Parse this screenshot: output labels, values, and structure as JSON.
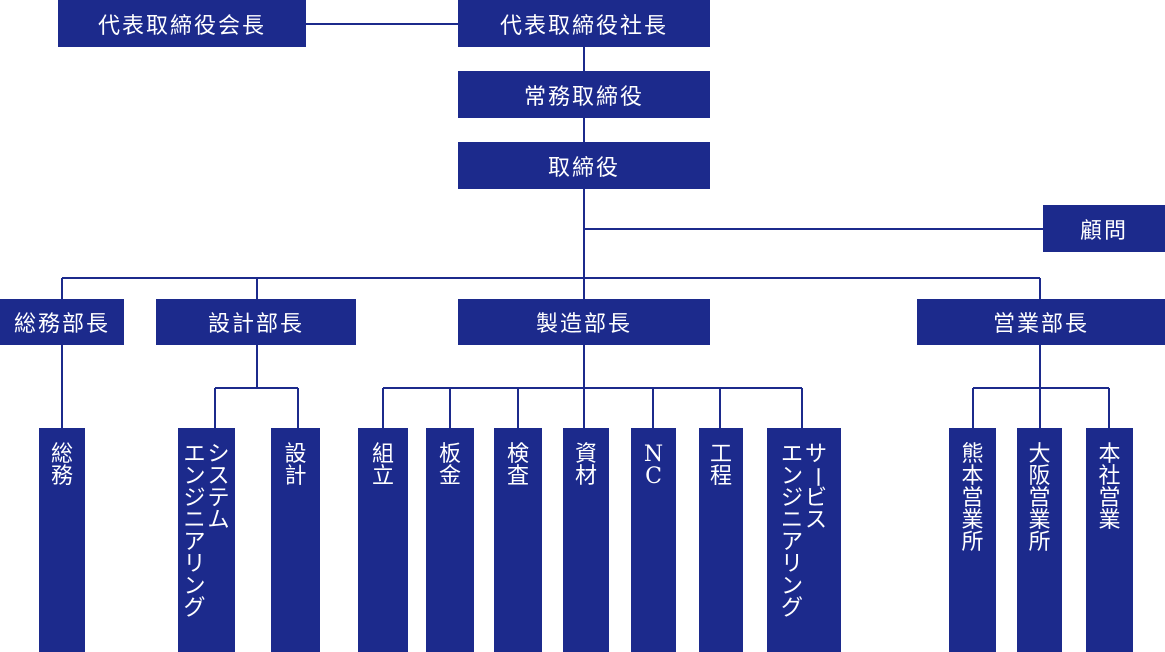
{
  "org_chart": {
    "chairman": "代表取締役会長",
    "president": "代表取締役社長",
    "managing_director": "常務取締役",
    "director": "取締役",
    "advisor": "顧問",
    "departments": {
      "general_affairs": {
        "head": "総務部長",
        "units": [
          {
            "lines": [
              "総務"
            ]
          }
        ]
      },
      "design": {
        "head": "設計部長",
        "units": [
          {
            "lines": [
              "システム",
              "エンジニアリング"
            ]
          },
          {
            "lines": [
              "設計"
            ]
          }
        ]
      },
      "manufacturing": {
        "head": "製造部長",
        "units": [
          {
            "lines": [
              "組立"
            ]
          },
          {
            "lines": [
              "板金"
            ]
          },
          {
            "lines": [
              "検査"
            ]
          },
          {
            "lines": [
              "資材"
            ]
          },
          {
            "lines": [
              "NC"
            ]
          },
          {
            "lines": [
              "工程"
            ]
          },
          {
            "lines": [
              "サービス",
              "エンジニアリング"
            ]
          }
        ]
      },
      "sales": {
        "head": "営業部長",
        "units": [
          {
            "lines": [
              "熊本営業所"
            ]
          },
          {
            "lines": [
              "大阪営業所"
            ]
          },
          {
            "lines": [
              "本社営業"
            ]
          }
        ]
      }
    }
  },
  "colors": {
    "box": "#1c2a8c",
    "text": "#ffffff",
    "line": "#1c2a8c"
  }
}
